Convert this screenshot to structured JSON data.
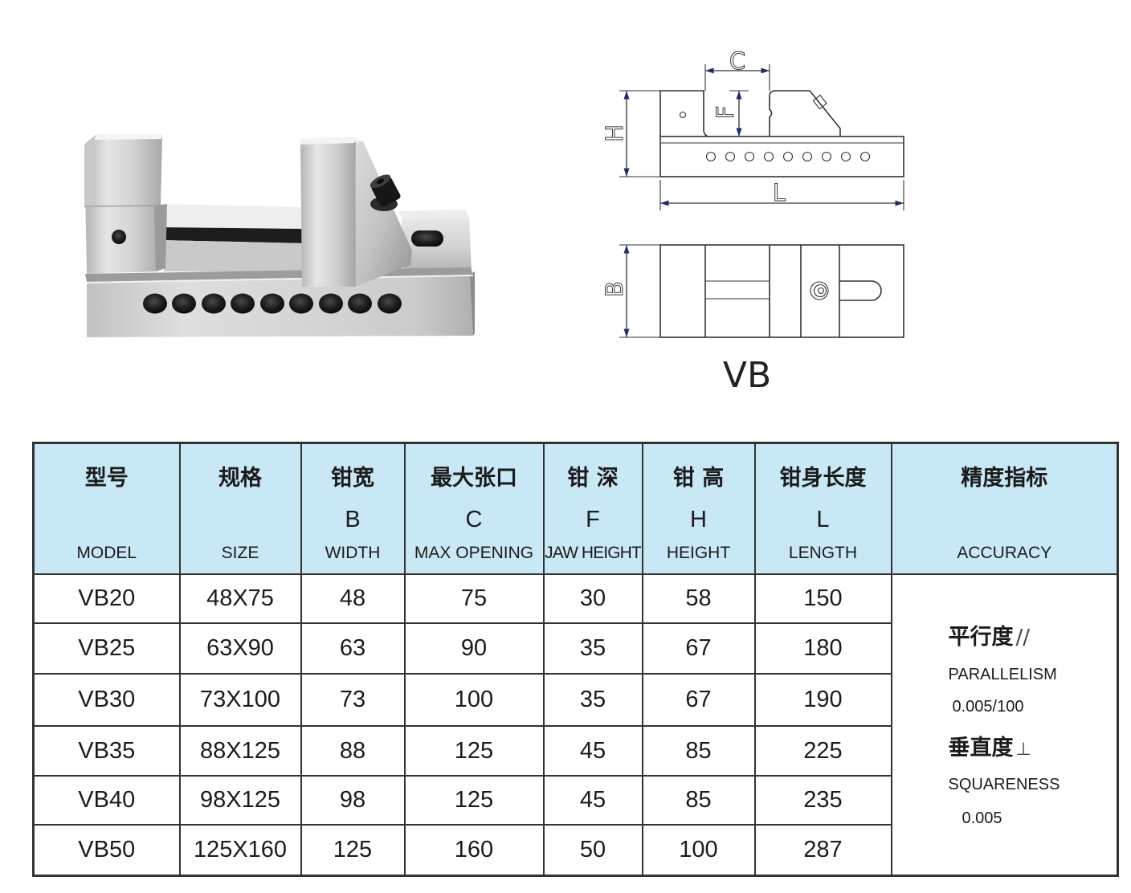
{
  "drawing": {
    "labels": {
      "c": "C",
      "f": "F",
      "h": "H",
      "l": "L",
      "b": "B"
    },
    "caption": "VB"
  },
  "table": {
    "headers": [
      {
        "cn": "型号",
        "en": "MODEL"
      },
      {
        "cn": "规格",
        "en": "SIZE"
      },
      {
        "cn": "钳宽",
        "letter": "B",
        "en": "WIDTH"
      },
      {
        "cn": "最大张口",
        "letter": "C",
        "en": "MAX OPENING"
      },
      {
        "cn": "钳 深",
        "letter": "F",
        "en": "JAW HEIGHT"
      },
      {
        "cn": "钳 高",
        "letter": "H",
        "en": "HEIGHT"
      },
      {
        "cn": "钳身长度",
        "letter": "L",
        "en": "LENGTH"
      },
      {
        "cn": "精度指标",
        "en": "ACCURACY"
      }
    ],
    "rows": [
      {
        "model": "VB20",
        "size": "48X75",
        "width": "48",
        "max_opening": "75",
        "jaw_height": "30",
        "height": "58",
        "length": "150"
      },
      {
        "model": "VB25",
        "size": "63X90",
        "width": "63",
        "max_opening": "90",
        "jaw_height": "35",
        "height": "67",
        "length": "180"
      },
      {
        "model": "VB30",
        "size": "73X100",
        "width": "73",
        "max_opening": "100",
        "jaw_height": "35",
        "height": "67",
        "length": "190"
      },
      {
        "model": "VB35",
        "size": "88X125",
        "width": "88",
        "max_opening": "125",
        "jaw_height": "45",
        "height": "85",
        "length": "225"
      },
      {
        "model": "VB40",
        "size": "98X125",
        "width": "98",
        "max_opening": "125",
        "jaw_height": "45",
        "height": "85",
        "length": "235"
      },
      {
        "model": "VB50",
        "size": "125X160",
        "width": "125",
        "max_opening": "160",
        "jaw_height": "50",
        "height": "100",
        "length": "287"
      }
    ],
    "accuracy": {
      "parallelism": {
        "cn": "平行度",
        "symbol": "//",
        "en": "PARALLELISM",
        "value": "0.005/100"
      },
      "squareness": {
        "cn": "垂直度",
        "symbol": "⊥",
        "en": "SQUARENESS",
        "value": "0.005"
      }
    }
  },
  "colors": {
    "header_bg": "#c9e8f6",
    "alt_row_bg": "#e9e9e9",
    "border": "#333333",
    "dimension_arrow": "#1e2d6b"
  }
}
